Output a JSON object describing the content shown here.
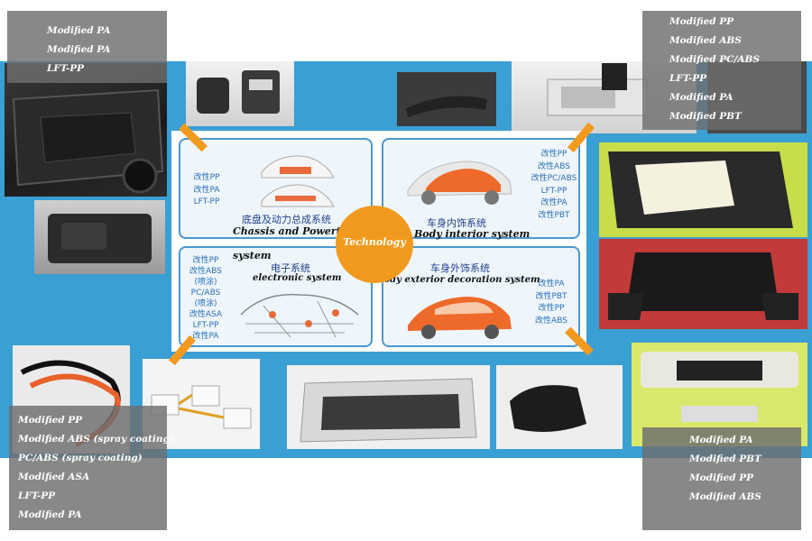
{
  "overlays": {
    "top_left": [
      "Modified PA",
      "Modified PA",
      "LFT-PP"
    ],
    "top_right": [
      "Modified PP",
      "Modified ABS",
      "Modified PC/ABS",
      "LFT-PP",
      "Modified PA",
      "Modified PBT"
    ],
    "bottom_left": [
      "Modified PP",
      "Modified ABS (spray coating)",
      "PC/ABS (spray coating)",
      "Modified ASA",
      "LFT-PP",
      "Modified PA"
    ],
    "bottom_right": [
      "Modified PA",
      "Modified PBT",
      "Modified PP",
      "Modified ABS"
    ]
  },
  "panels": {
    "chassis": {
      "cn": "底盘及动力总成系统",
      "en": "Chassis and Powertrain",
      "en2": "system",
      "materials": [
        "改性PP",
        "改性PA",
        "LFT-PP"
      ]
    },
    "interior": {
      "cn": "车身内饰系统",
      "en": "Body interior system",
      "materials": [
        "改性PP",
        "改性ABS",
        "改性PC/ABS",
        "LFT-PP",
        "改性PA",
        "改性PBT"
      ]
    },
    "electronic": {
      "cn": "电子系统",
      "en": "electronic system",
      "materials": [
        "改性PP",
        "改性ABS",
        "(喷涂)",
        "PC/ABS",
        "(喷涂)",
        "改性ASA",
        "LFT-PP",
        "改性PA"
      ]
    },
    "exterior": {
      "cn": "车身外饰系统",
      "en": "Body exterior decoration system",
      "materials": [
        "改性PA",
        "改性PBT",
        "改性PP",
        "改性ABS"
      ]
    }
  },
  "center": {
    "label": "Technology"
  },
  "colors": {
    "band": "#3a9fd3",
    "accent": "#f29a1e",
    "panel_border": "#4a98d0",
    "overlay": "#6e6e6e"
  }
}
